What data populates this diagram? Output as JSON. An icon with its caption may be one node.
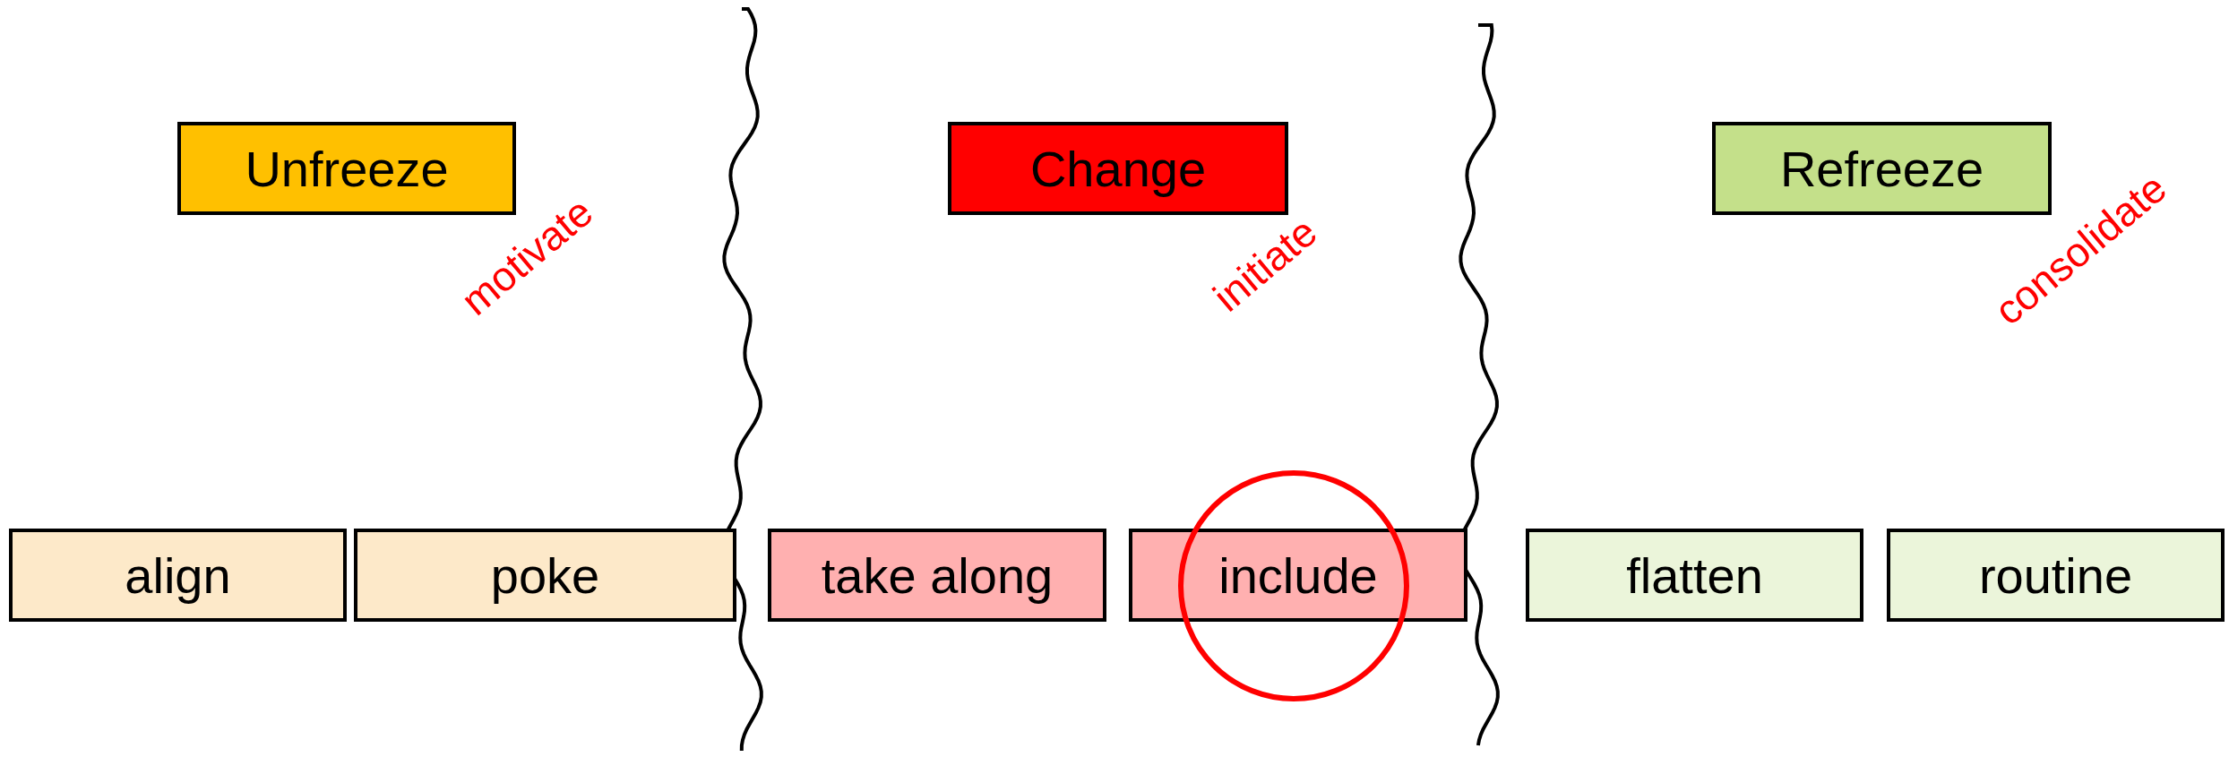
{
  "diagram": {
    "nodes": [
      {
        "text": [
          "Unfreeze"
        ]
      },
      {
        "text": [
          "Change"
        ]
      },
      {
        "text": [
          "Refreeze"
        ]
      },
      {
        "text": [
          "align"
        ]
      },
      {
        "text": [
          "poke"
        ]
      },
      {
        "text": [
          "take along"
        ]
      },
      {
        "text": [
          "include"
        ]
      },
      {
        "text": [
          "flatten"
        ]
      },
      {
        "text": [
          "routine"
        ]
      }
    ],
    "edges": [],
    "labels": [
      "motivate",
      "initiate",
      "consolidate"
    ]
  }
}
